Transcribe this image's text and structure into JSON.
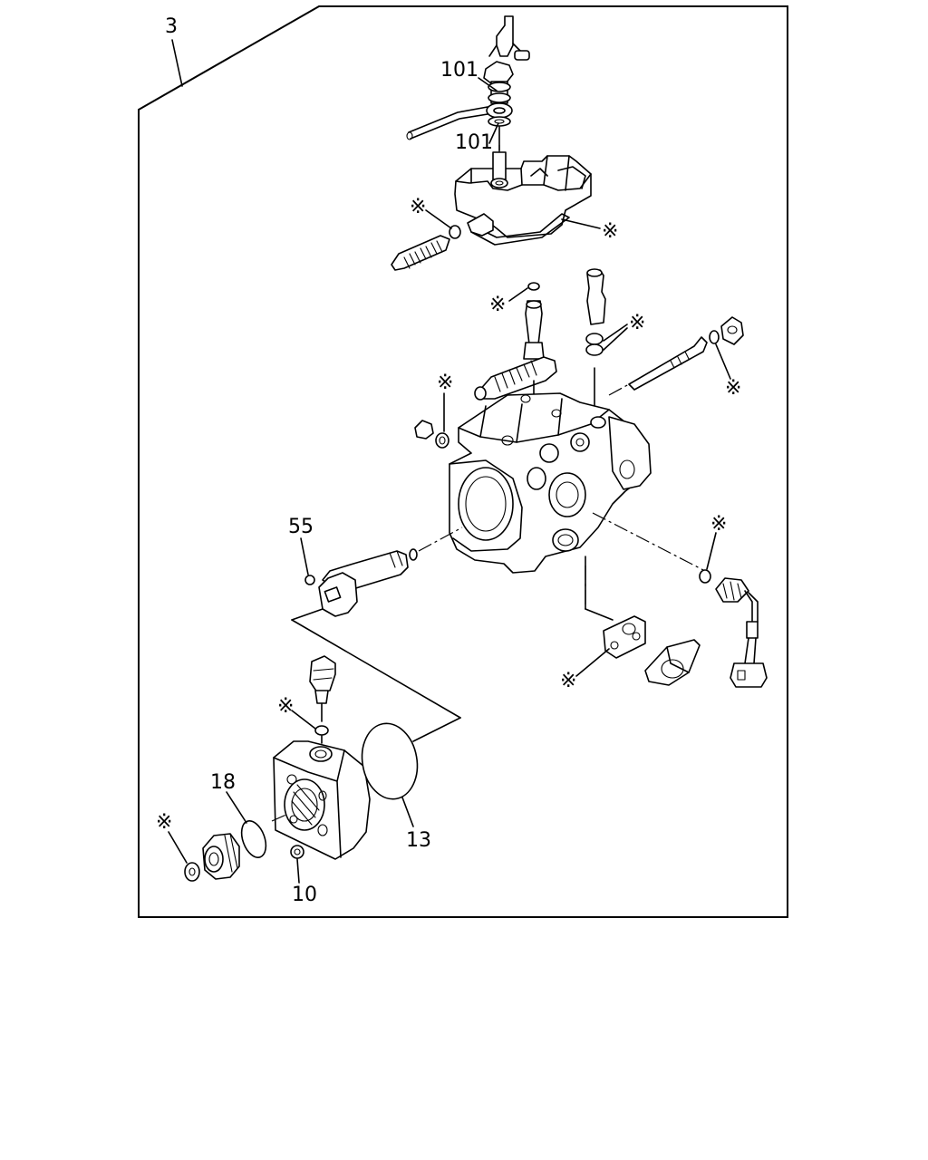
{
  "labels": {
    "assembly": "3",
    "part_101_a": "101",
    "part_101_b": "101",
    "part_55": "55",
    "part_18": "18",
    "part_13": "13",
    "part_10": "10"
  },
  "marker": "※"
}
